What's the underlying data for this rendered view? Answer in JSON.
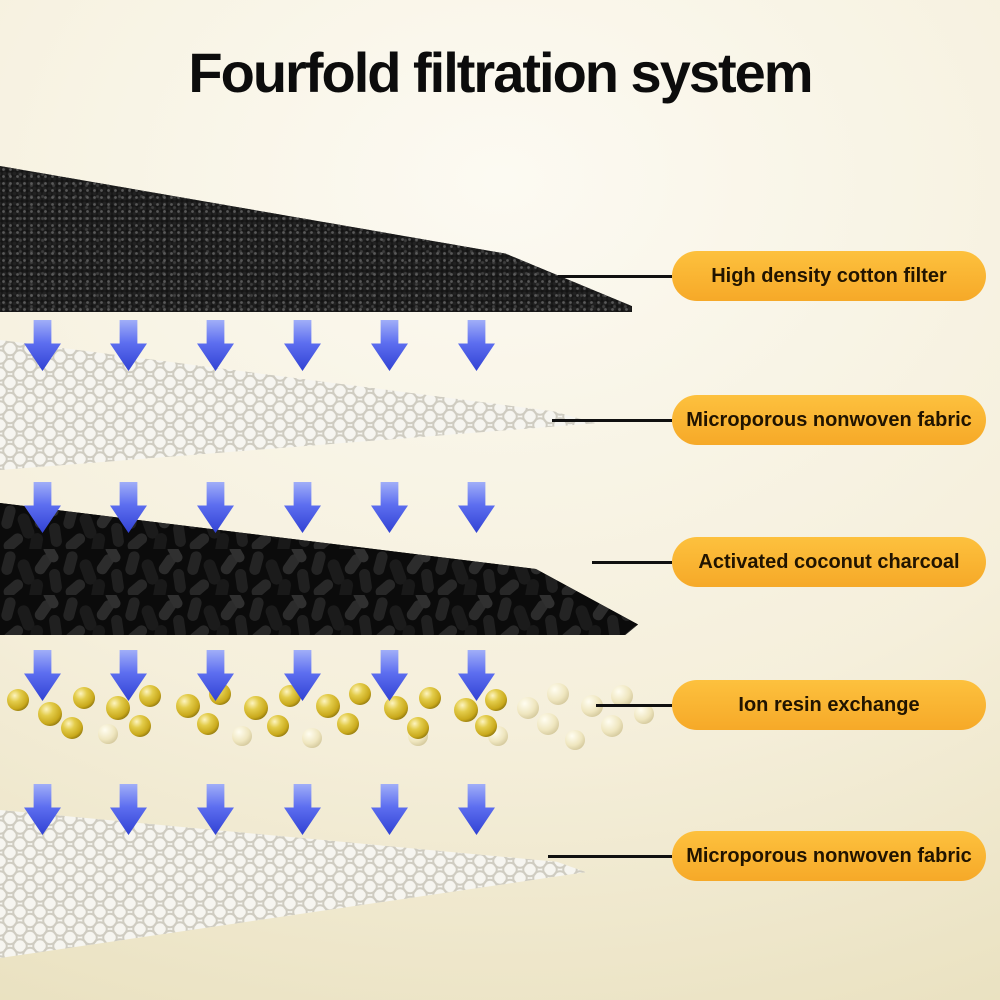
{
  "title": "Fourfold filtration system",
  "layers": [
    {
      "id": "cotton-filter",
      "label": "High density cotton filter"
    },
    {
      "id": "nonwoven-fabric-top",
      "label": "Microporous nonwoven fabric"
    },
    {
      "id": "coconut-charcoal",
      "label": "Activated coconut charcoal"
    },
    {
      "id": "ion-resin",
      "label": "Ion resin exchange"
    },
    {
      "id": "nonwoven-fabric-bottom",
      "label": "Microporous nonwoven fabric"
    }
  ],
  "colors": {
    "badge-bg": "#F6A928",
    "badge-text": "#211400",
    "arrow-top": "#A0AEF8",
    "arrow-bottom": "#3142D3",
    "line": "#101010",
    "gold": "#C9A91C",
    "pale": "#EFE6BF",
    "bg-inner": "#FCFAF2",
    "bg-outer": "#E7DEBA"
  }
}
